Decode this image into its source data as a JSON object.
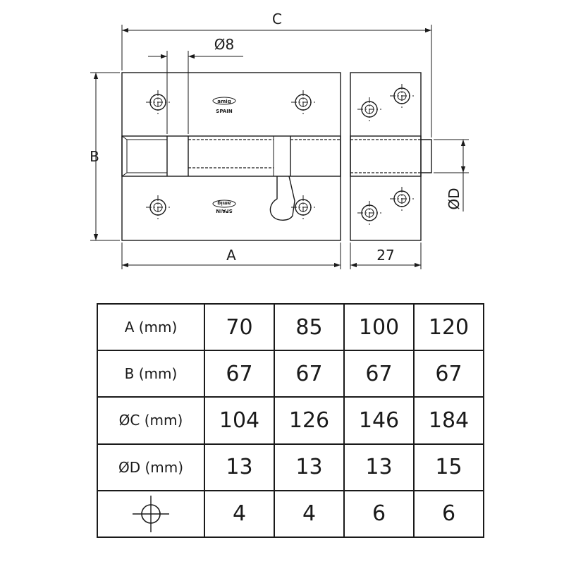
{
  "dimension_labels": {
    "c": "C",
    "hole": "Ø8",
    "b": "B",
    "d": "ØD",
    "a": "A",
    "width27": "27"
  },
  "logo": {
    "brand": "amig",
    "country": "SPAIN"
  },
  "table": {
    "rows": [
      {
        "label": "A (mm)",
        "values": [
          "70",
          "85",
          "100",
          "120"
        ]
      },
      {
        "label": "B (mm)",
        "values": [
          "67",
          "67",
          "67",
          "67"
        ]
      },
      {
        "label": "ØC (mm)",
        "values": [
          "104",
          "126",
          "146",
          "184"
        ]
      },
      {
        "label": "ØD (mm)",
        "values": [
          "13",
          "13",
          "13",
          "15"
        ]
      },
      {
        "label": "",
        "icon": "screw-hole-icon",
        "values": [
          "4",
          "4",
          "6",
          "6"
        ]
      }
    ]
  }
}
